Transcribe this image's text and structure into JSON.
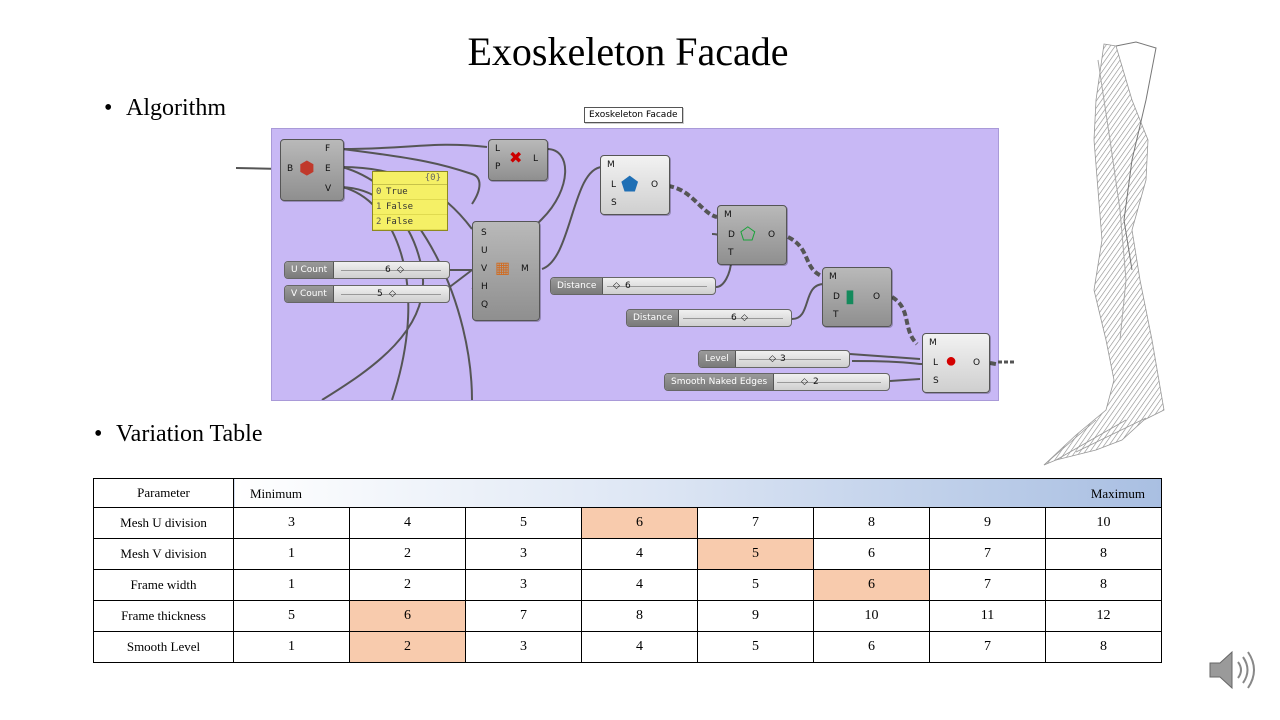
{
  "slide": {
    "title": "Exoskeleton Facade",
    "bullet_algorithm": "Algorithm",
    "bullet_table": "Variation Table"
  },
  "grasshopper": {
    "tooltip": "Exoskeleton Facade",
    "brep_comp": {
      "ports_in": [
        "B"
      ],
      "ports_out": [
        "F",
        "E",
        "V"
      ]
    },
    "cull_comp": {
      "ports_in": [
        "L",
        "P"
      ],
      "ports_out": [
        "L"
      ]
    },
    "panel": {
      "header": "{0}",
      "rows": [
        {
          "i": "0",
          "v": "True"
        },
        {
          "i": "1",
          "v": "False"
        },
        {
          "i": "2",
          "v": "False"
        }
      ]
    },
    "mesh_surface_comp": {
      "ports_in": [
        "S",
        "U",
        "V",
        "H",
        "Q"
      ],
      "ports_out": [
        "M"
      ]
    },
    "weave_comp": {
      "ports_in": [
        "M",
        "L",
        "S"
      ],
      "ports_out": [
        "O"
      ]
    },
    "offset_comp": {
      "ports_in": [
        "M",
        "D",
        "T"
      ],
      "ports_out": [
        "O"
      ]
    },
    "thicken_comp": {
      "ports_in": [
        "M",
        "D",
        "T"
      ],
      "ports_out": [
        "O"
      ]
    },
    "smooth_comp": {
      "ports_in": [
        "M",
        "L",
        "S"
      ],
      "ports_out": [
        "O"
      ]
    },
    "sliders": {
      "u_count": {
        "label": "U Count",
        "value": "6"
      },
      "v_count": {
        "label": "V Count",
        "value": "5"
      },
      "distance1": {
        "label": "Distance",
        "value": "6"
      },
      "distance2": {
        "label": "Distance",
        "value": "6"
      },
      "level": {
        "label": "Level",
        "value": "3"
      },
      "smooth": {
        "label": "Smooth Naked Edges",
        "value": "2"
      }
    }
  },
  "table": {
    "header": {
      "param": "Parameter",
      "min": "Minimum",
      "max": "Maximum"
    },
    "rows": [
      {
        "name": "Mesh U division",
        "values": [
          "3",
          "4",
          "5",
          "6",
          "7",
          "8",
          "9",
          "10"
        ],
        "highlight": 3
      },
      {
        "name": "Mesh V division",
        "values": [
          "1",
          "2",
          "3",
          "4",
          "5",
          "6",
          "7",
          "8"
        ],
        "highlight": 4
      },
      {
        "name": "Frame width",
        "values": [
          "1",
          "2",
          "3",
          "4",
          "5",
          "6",
          "7",
          "8"
        ],
        "highlight": 5
      },
      {
        "name": "Frame thickness",
        "values": [
          "5",
          "6",
          "7",
          "8",
          "9",
          "10",
          "11",
          "12"
        ],
        "highlight": 1
      },
      {
        "name": "Smooth Level",
        "values": [
          "1",
          "2",
          "3",
          "4",
          "5",
          "6",
          "7",
          "8"
        ],
        "highlight": 1
      }
    ],
    "highlight_color": "#f8cbad"
  },
  "icons": {
    "building": "exoskeleton-tower-icon",
    "speaker": "speaker-icon"
  }
}
